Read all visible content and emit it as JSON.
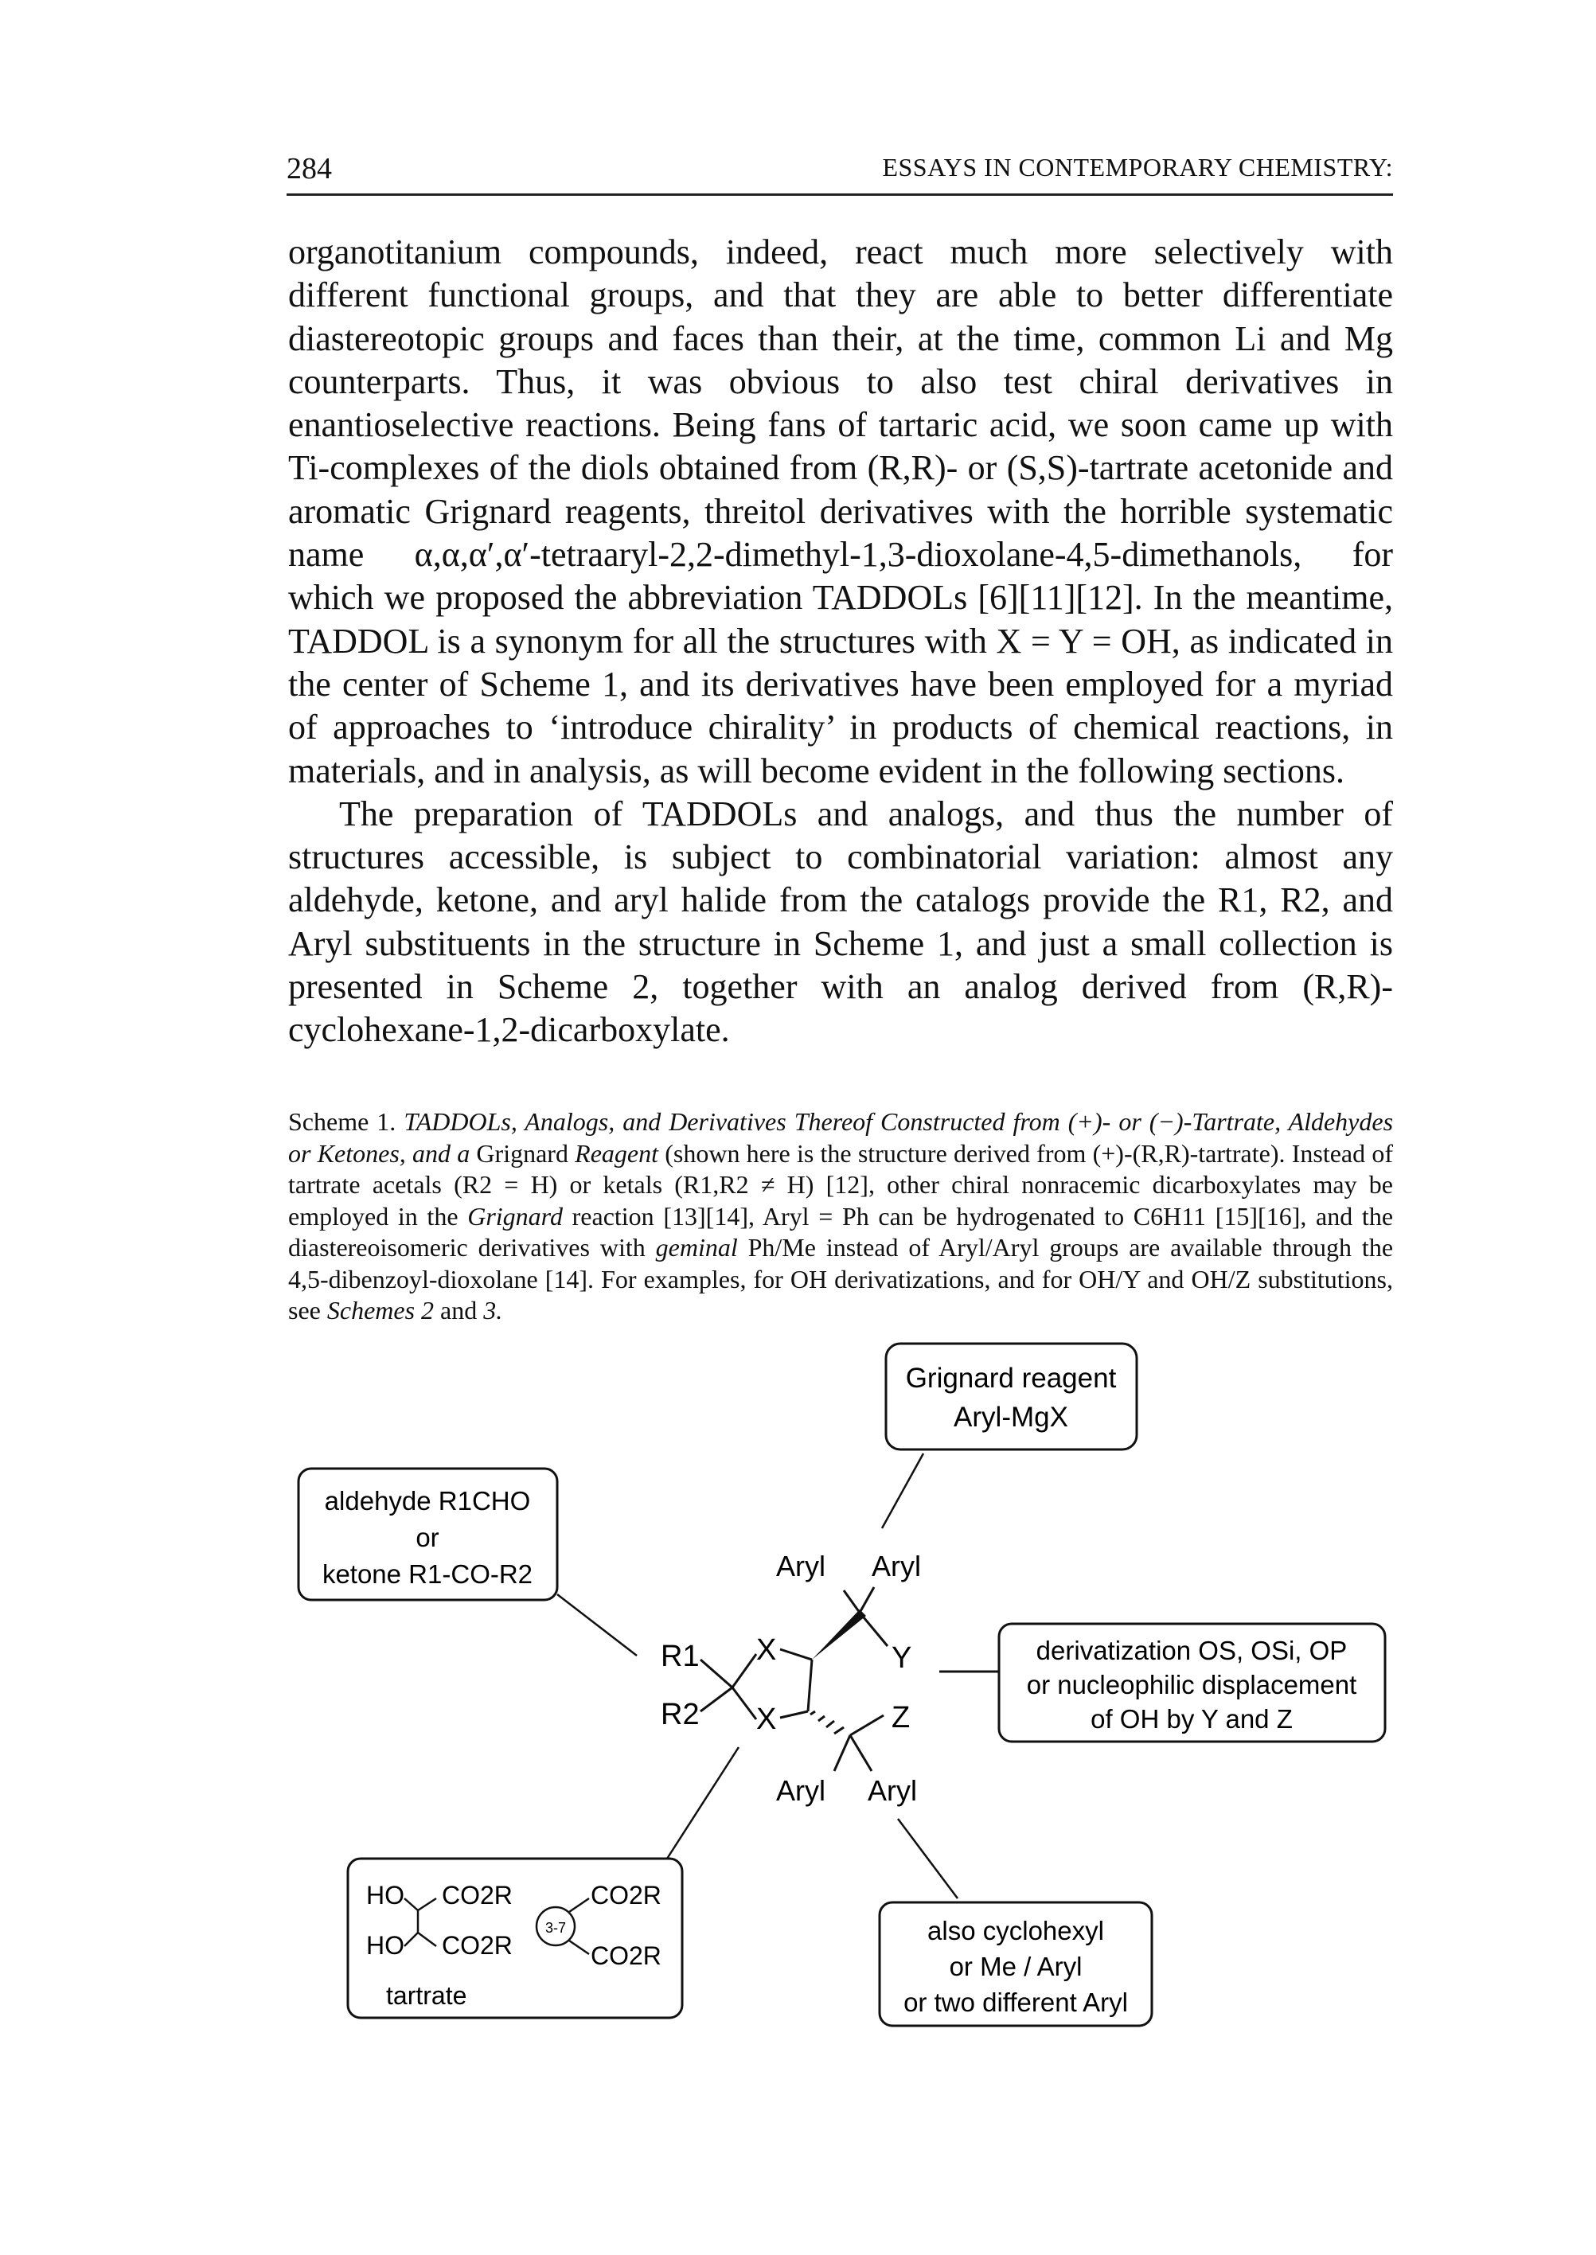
{
  "header": {
    "page_number": "284",
    "running_title": "ESSAYS IN CONTEMPORARY CHEMISTRY:"
  },
  "body": {
    "p1": "organotitanium compounds, indeed, react much more selectively with different functional groups, and that they are able to better differentiate diastereotopic groups and faces than their, at the time, common Li and Mg counterparts. Thus, it was obvious to also test chiral derivatives in enantioselective reactions. Being fans of tartaric acid, we soon came up with Ti-complexes of the diols obtained from (R,R)- or (S,S)-tartrate acetonide and aromatic Grignard reagents, threitol derivatives with the horrible systematic name α,α,α′,α′-tetraaryl-2,2-dimethyl-1,3-dioxolane-4,5-dimethanols, for which we proposed the abbreviation TADDOLs [6][11][12]. In the meantime, TADDOL is a synonym for all the structures with X = Y = OH, as indicated in the center of Scheme 1, and its derivatives have been employed for a myriad of approaches to ‘introduce chirality’ in products of chemical reactions, in materials, and in analysis, as will become evident in the following sections.",
    "p2": "The preparation of TADDOLs and analogs, and thus the number of structures accessible, is subject to combinatorial variation: almost any aldehyde, ketone, and aryl halide from the catalogs provide the R1, R2, and Aryl substituents in the structure in Scheme 1, and just a small collection is presented in Scheme 2, together with an analog derived from (R,R)-cyclohexane-1,2-dicarboxylate."
  },
  "caption": {
    "label": "Scheme 1.",
    "title": "TADDOLs, Analogs, and Derivatives Thereof Constructed from (+)- or (−)-Tartrate, Aldehydes or Ketones, and a",
    "grignard": "Grignard",
    "reagent": "Reagent",
    "text1": "(shown here is the structure derived from (+)-(R,R)-tartrate). Instead of tartrate acetals (R2 = H) or ketals (R1,R2 ≠ H) [12], other chiral nonracemic dicarboxylates may be employed in the",
    "text2": "reaction [13][14], Aryl = Ph can be hydrogenated to C6H11 [15][16], and the diastereoisomeric derivatives with",
    "geminal": "geminal",
    "text3": "Ph/Me instead of Aryl/Aryl groups are available through the 4,5-dibenzoyl-dioxolane [14]. For examples, for OH derivatizations, and for OH/Y and OH/Z substitutions, see",
    "schemes": "Schemes 2",
    "and": "and",
    "three": "3."
  },
  "diagram": {
    "grignard_box": [
      "Grignard reagent",
      "Aryl-MgX"
    ],
    "carbonyl_box": [
      "aldehyde R1CHO",
      "or",
      "ketone R1-CO-R2"
    ],
    "deriv_box": [
      "derivatization OS, OSi, OP",
      "or nucleophilic displacement",
      "of OH by Y and Z"
    ],
    "cyclohexyl_box": [
      "also cyclohexyl",
      "or Me / Aryl",
      "or two different Aryl"
    ],
    "tartrate_box": {
      "ho1": "HO",
      "co2r1": "CO2R",
      "ho2": "HO",
      "co2r2": "CO2R",
      "label": "tartrate",
      "ring": "3-7",
      "co2r3": "CO2R",
      "co2r4": "CO2R"
    },
    "structure": {
      "aryl_tl": "Aryl",
      "aryl_tr": "Aryl",
      "aryl_bl": "Aryl",
      "aryl_br": "Aryl",
      "r1": "R1",
      "r2": "R2",
      "x1": "X",
      "x2": "X",
      "y": "Y",
      "z": "Z"
    }
  }
}
